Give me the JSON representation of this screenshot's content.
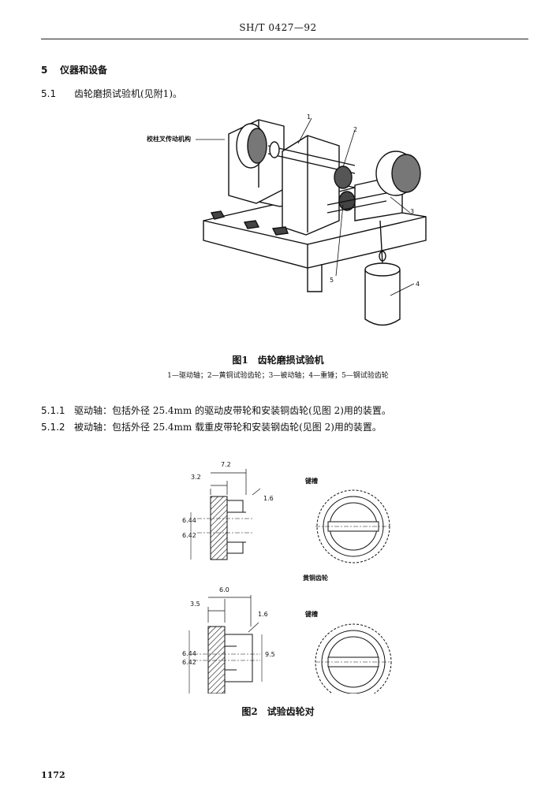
{
  "header": {
    "standard_no": "SH/T 0427—92"
  },
  "section5": {
    "number": "5",
    "title": "仪器和设备"
  },
  "s51": {
    "number": "5.1",
    "text": "齿轮磨损试验机(见附1)。"
  },
  "fig1": {
    "callout_left": "校柱叉传动机构",
    "n1": "1",
    "n2": "2",
    "n3": "3",
    "n4": "4",
    "n5": "5",
    "caption": "图1　齿轮磨损试验机",
    "legend": "1—驱动轴；2—黄铜试验齿轮；3—被动轴；4—重锤；5—钢试验齿轮"
  },
  "s511": {
    "number": "5.1.1",
    "text": "驱动轴：包括外径 25.4mm 的驱动皮带轮和安装铜齿轮(见图 2)用的装置。"
  },
  "s512": {
    "number": "5.1.2",
    "text": "被动轴：包括外径 25.4mm 载重皮带轮和安装钢齿轮(见图 2)用的装置。"
  },
  "fig2": {
    "top": {
      "d_7_2": "7.2",
      "d_3_2": "3.2",
      "d_1_6": "1.6",
      "d_6_44": "6.44",
      "d_6_42": "6.42",
      "label_right": "键槽"
    },
    "middle_label": "黄铜齿轮",
    "bottom": {
      "d_6_0": "6.0",
      "d_3_5": "3.5",
      "d_1_6": "1.6",
      "d_6_44": "6.44",
      "d_6_42": "6.42",
      "d_9_5": "9.5",
      "label_right": "键槽"
    },
    "caption": "图2　试验齿轮对"
  },
  "footer": {
    "page": "1172"
  }
}
